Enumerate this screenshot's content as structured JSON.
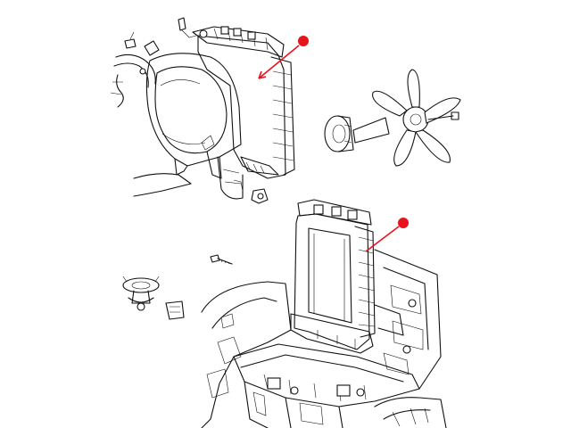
{
  "diagram": {
    "kind": "exploded-parts-view",
    "colors": {
      "line": "#111111",
      "background": "#ffffff",
      "callout": "#e8141c"
    },
    "callouts": [
      {
        "id": "upper",
        "marker": "red-dot",
        "target": "radiator-upper"
      },
      {
        "id": "lower",
        "marker": "red-dot",
        "target": "radiator-lower"
      }
    ],
    "parts": [
      "radiator-upper",
      "fan-shroud",
      "hose",
      "bolt",
      "bracket",
      "fan-clutch",
      "fan-blade",
      "radiator-lower",
      "thermostat",
      "bolt-small",
      "clip",
      "front-end-structure"
    ]
  }
}
